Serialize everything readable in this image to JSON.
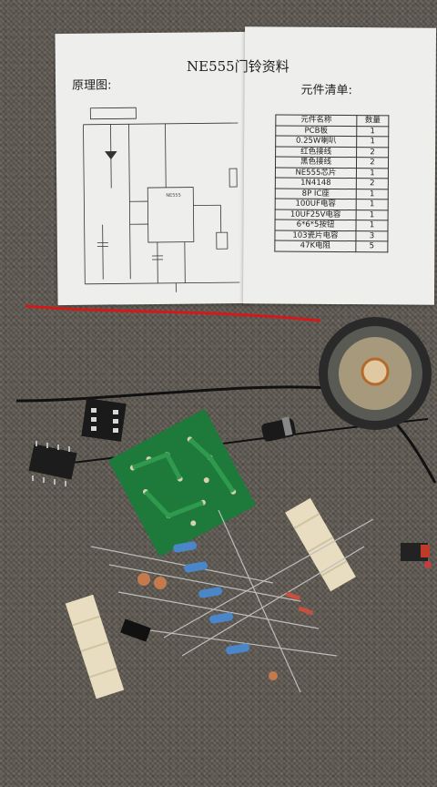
{
  "document": {
    "title": "NE555门铃资料",
    "schematic_label": "原理图:",
    "parts_list_label": "元件清单:",
    "bom_header": [
      "元件名称",
      "数量"
    ],
    "bom_rows": [
      [
        "PCB板",
        "1"
      ],
      [
        "0.25W喇叭",
        "1"
      ],
      [
        "红色接线",
        "2"
      ],
      [
        "黑色接线",
        "2"
      ],
      [
        "NE555芯片",
        "1"
      ],
      [
        "1N4148",
        "2"
      ],
      [
        "8P IC座",
        "1"
      ],
      [
        "100UF电容",
        "1"
      ],
      [
        "10UF25V电容",
        "1"
      ],
      [
        "6*6*5按钮",
        "1"
      ],
      [
        "103瓷片电容",
        "3"
      ],
      [
        "47K电阻",
        "5"
      ]
    ]
  },
  "objects": {
    "speaker": "speaker",
    "pcb": "green-pcb",
    "ic": "ne555-chip",
    "socket": "ic-socket",
    "capacitor": "electrolytic-capacitor",
    "button": "push-button"
  },
  "colors": {
    "carpet": "#5c574f",
    "paper": "#eeeeec",
    "pcb": "#1e7a3a",
    "wire_red": "#d21a1a",
    "wire_black": "#111111"
  }
}
